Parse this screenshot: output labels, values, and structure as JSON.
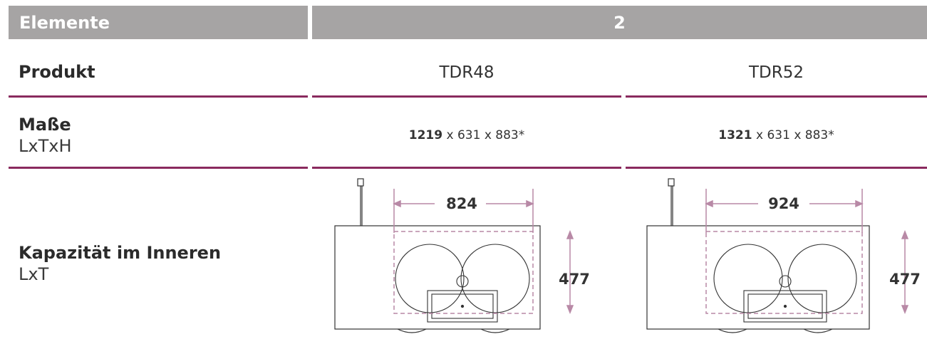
{
  "header": {
    "label": "Elemente",
    "value": "2"
  },
  "rows": {
    "product": {
      "label": "Produkt"
    },
    "dimensions": {
      "label": "Maße",
      "sublabel": "LxTxH"
    },
    "capacity": {
      "label": "Kapazität im Inneren",
      "sublabel": "LxT"
    }
  },
  "models": [
    {
      "name": "TDR48",
      "length": "1219",
      "dims_rest": " x 631 x 883*",
      "inner_width": "824",
      "inner_depth": "477"
    },
    {
      "name": "TDR52",
      "length": "1321",
      "dims_rest": " x 631 x 883*",
      "inner_width": "924",
      "inner_depth": "477"
    }
  ],
  "colors": {
    "header_bg": "#a6a4a4",
    "divider": "#8a2a5e",
    "dimension_line": "#b889a6"
  }
}
